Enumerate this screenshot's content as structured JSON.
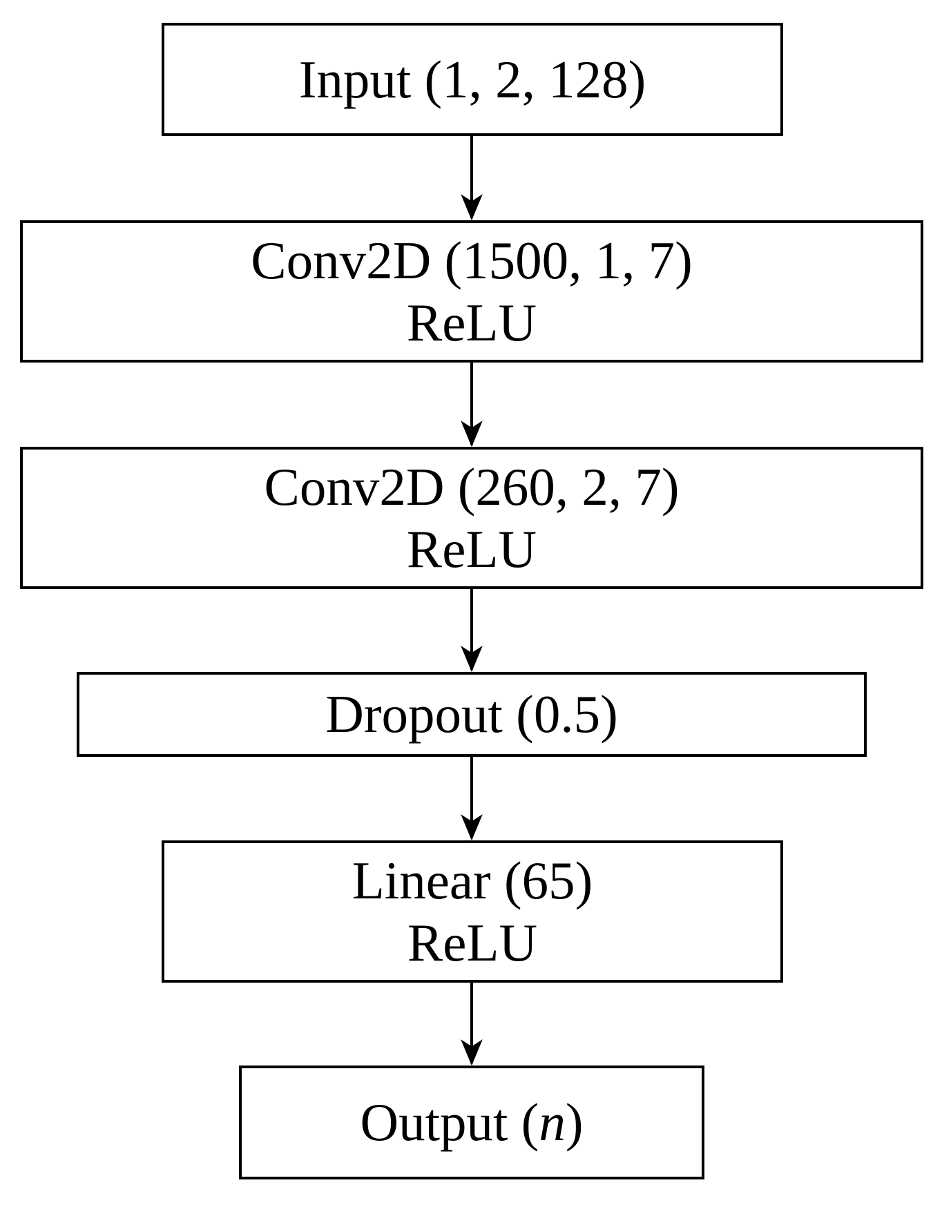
{
  "diagram": {
    "type": "flowchart",
    "orientation": "top-to-bottom",
    "background_color": "#ffffff",
    "node_border_color": "#000000",
    "node_fill_color": "#ffffff",
    "text_color": "#000000",
    "arrow_color": "#000000",
    "nodes": [
      {
        "id": "input",
        "label": "Input (1, 2, 128)"
      },
      {
        "id": "conv1",
        "label": "Conv2D (1500, 1, 7)",
        "sublabel": "ReLU"
      },
      {
        "id": "conv2",
        "label": "Conv2D (260, 2, 7)",
        "sublabel": "ReLU"
      },
      {
        "id": "dropout",
        "label": "Dropout (0.5)"
      },
      {
        "id": "linear",
        "label": "Linear (65)",
        "sublabel": "ReLU"
      },
      {
        "id": "output",
        "label_prefix": "Output (",
        "label_var": "n",
        "label_suffix": ")"
      }
    ],
    "edges": [
      {
        "from": "input",
        "to": "conv1"
      },
      {
        "from": "conv1",
        "to": "conv2"
      },
      {
        "from": "conv2",
        "to": "dropout"
      },
      {
        "from": "dropout",
        "to": "linear"
      },
      {
        "from": "linear",
        "to": "output"
      }
    ]
  }
}
